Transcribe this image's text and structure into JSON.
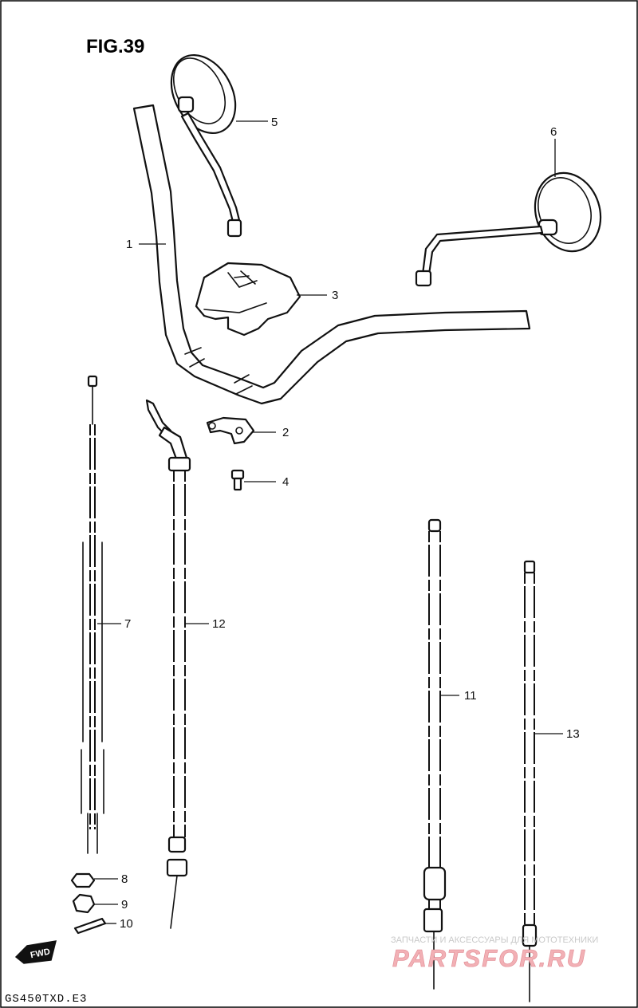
{
  "figure": {
    "title": "FIG.39",
    "model_code": "GS450TXD.E3"
  },
  "direction_marker": {
    "label": "FWD"
  },
  "parts": [
    {
      "id": "1",
      "label": "1"
    },
    {
      "id": "2",
      "label": "2"
    },
    {
      "id": "3",
      "label": "3"
    },
    {
      "id": "4",
      "label": "4"
    },
    {
      "id": "5",
      "label": "5"
    },
    {
      "id": "6",
      "label": "6"
    },
    {
      "id": "7",
      "label": "7"
    },
    {
      "id": "8",
      "label": "8"
    },
    {
      "id": "9",
      "label": "9"
    },
    {
      "id": "10",
      "label": "10"
    },
    {
      "id": "11",
      "label": "11"
    },
    {
      "id": "12",
      "label": "12"
    },
    {
      "id": "13",
      "label": "13"
    }
  ],
  "watermark": {
    "tagline": "ЗАПЧАСТИ И АКСЕССУАРЫ ДЛЯ МОТОТЕХНИКИ",
    "logo": "PARTSFOR.RU",
    "logo_color": "#e8858f"
  }
}
